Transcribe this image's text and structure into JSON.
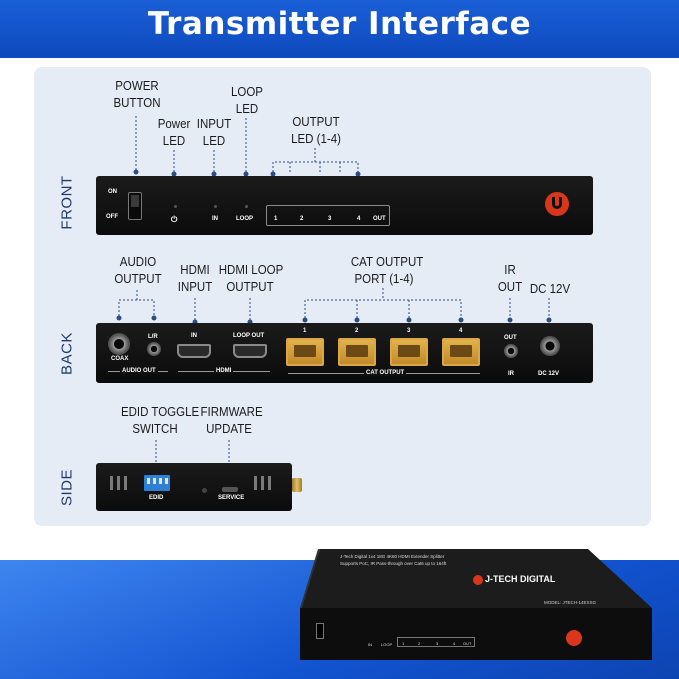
{
  "header": {
    "title": "Transmitter Interface"
  },
  "sections": {
    "front": "FRONT",
    "back": "BACK",
    "side": "SIDE"
  },
  "front": {
    "callouts": {
      "power_button": "POWER\nBUTTON",
      "power_led": "Power\nLED",
      "input_led": "INPUT\nLED",
      "loop_led": "LOOP\nLED",
      "output_led": "OUTPUT\nLED (1-4)"
    },
    "labels": {
      "on": "ON",
      "off": "OFF",
      "in": "IN",
      "loop": "LOOP",
      "out": "OUT",
      "p1": "1",
      "p2": "2",
      "p3": "3",
      "p4": "4"
    }
  },
  "back": {
    "callouts": {
      "audio_output": "AUDIO\nOUTPUT",
      "hdmi_input": "HDMI\nINPUT",
      "hdmi_loop_output": "HDMI LOOP\nOUTPUT",
      "cat_output_port": "CAT OUTPUT\nPORT (1-4)",
      "ir_out": "IR\nOUT",
      "dc_12v": "DC 12V"
    },
    "labels": {
      "coax": "COAX",
      "lr": "L/R",
      "audio_out": "AUDIO OUT",
      "in": "IN",
      "loop_out": "LOOP OUT",
      "hdmi": "HDMI",
      "cat_output": "CAT OUTPUT",
      "p1": "1",
      "p2": "2",
      "p3": "3",
      "p4": "4",
      "out": "OUT",
      "ir": "IR",
      "dc12v": "DC 12V"
    }
  },
  "side": {
    "callouts": {
      "edid_toggle": "EDID TOGGLE\nSWITCH",
      "firmware_update": "FIRMWARE\nUPDATE"
    },
    "labels": {
      "edid": "EDID",
      "service": "SERVICE"
    }
  },
  "product": {
    "brand": "J-TECH DIGITAL",
    "top_line1": "J-Tech Digital 1x4 18G 4K60 HDMI Extender Splitter",
    "top_line2": "Supports PoC, IR Pass-through over Cat6 up to 164ft",
    "model": "MODEL: JTECH-14EXSG",
    "in": "IN",
    "loop": "LOOP",
    "out": "OUT",
    "p1": "1",
    "p2": "2",
    "p3": "3",
    "p4": "4"
  },
  "colors": {
    "header_blue": "#0e49bd",
    "panel_bg": "#e6ecf6",
    "logo_red": "#d9371c",
    "rj45_gold": "#d9a746"
  }
}
